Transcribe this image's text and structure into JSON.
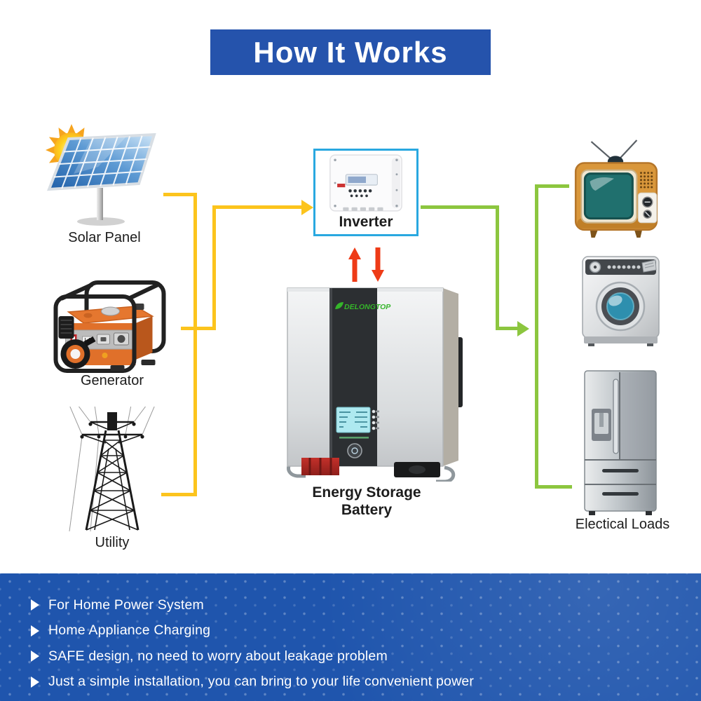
{
  "title": "How It Works",
  "sources": {
    "solar": {
      "label": "Solar Panel"
    },
    "generator": {
      "label": "Generator"
    },
    "utility": {
      "label": "Utility"
    }
  },
  "inverter": {
    "label": "Inverter"
  },
  "battery": {
    "brand": "DELONGTOP",
    "label_line1": "Energy Storage",
    "label_line2": "Battery"
  },
  "loads": {
    "label": "Electical Loads"
  },
  "features": [
    "For Home Power System",
    "Home Appliance Charging",
    "SAFE design, no need to worry about leakage problem",
    "Just a simple installation, you can bring to your life convenient power"
  ],
  "colors": {
    "banner_blue": "#2553ac",
    "footer_blue": "#1f55ad",
    "wire_yellow": "#fcc41d",
    "wire_green": "#8cc63f",
    "arrow_red": "#ee3b17",
    "inverter_border": "#29a8e0",
    "brand_green": "#35b52a"
  }
}
